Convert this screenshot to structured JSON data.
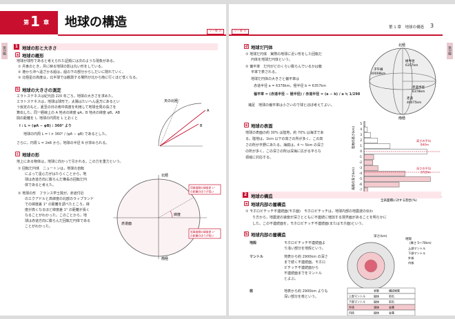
{
  "left": {
    "chapter_label": "第",
    "chapter_num": "1",
    "chapter_kanji": "章",
    "title": "地球の構造",
    "ref_tag": "リー参 Ⓐ",
    "side_tab": "第1編",
    "sec1": {
      "num": "1",
      "title": "地球の形と大きさ"
    },
    "a": {
      "mark": "a",
      "title": "地球の概形",
      "lines": [
        "地球が球形であると考えられた証拠には次のような現象がある。",
        "① 月食のとき，月に映る地球の影は丸い形をしている。",
        "② 港から沖へ遠ざかる船は，船の下の部分からしだいに隠れていく。",
        "③ 北極星の高度は，北半球では観測する場所が北から南に行くほど低くなる。"
      ]
    },
    "b": {
      "mark": "b",
      "title": "地球の大きさの測定",
      "lines": [
        "エラトステネスは紀元前 220 年ごろ，地球の大きさを求めた。",
        "エラトステネスは，地球は球形で，太陽はたいへん遠方にあるとい",
        "う仮定のもと，夏至の日の南中高度を利用して地球全周の長さを",
        "算出した。同一経線上の A 地点の緯度 φA，B 地点の緯度 φB，AB",
        "間の距離を l，地球の円周を L とおくと",
        "l : L = (φA − φB) : 360° より",
        "地球の円周 L = l × 360° / (φA − φB)  であるとした。",
        "さらに，円周 L = 2πR から，地球の半径 R が求められる。"
      ]
    },
    "b_fig": {
      "title": "天の北極",
      "label_a": "A",
      "label_b": "B"
    },
    "c": {
      "mark": "c",
      "title": "地球の形",
      "lines": [
        "地上にある物体は，地球に向かって引かれる。この力を重力という。",
        "① 回転だ円体　ニュートンは，地球の自転",
        "によって遠心力がはたらくことから，地",
        "球は赤道方向に膨らんだ横長の回転だ円",
        "体であると考えた。",
        "② 地球の形　フランス学士院が，赤道付近",
        "のエクアドルと高緯度の北欧のラップランド",
        "での緯度差 1° の距離を調べたところ，緯",
        "度が高くなるほど緯度差 1° の距離が長く",
        "なることがわかった。このことから，地",
        "球は赤道方向に膨らんだ回転だ円体である",
        "ことがわかった。"
      ]
    },
    "c_fig": {
      "north": "北極",
      "south": "南極",
      "equator": "赤道面",
      "lat": "緯度",
      "box1a": "同緯度間の緯度差 1°",
      "box1b": "の距離のほうが長い",
      "box2a": "低緯度間の緯度差 1°",
      "box2b": "の距離のほうが短い"
    }
  },
  "right": {
    "ref_tag": "リー参 Ⓐ",
    "header": "第 1 章　地球の構造",
    "page_num": "3",
    "side_tab": "第1編",
    "d": {
      "mark": "d",
      "title": "地球だ円体",
      "lines": [
        "① 地球だ円体　実際の地球に近い形をした回転だ",
        "円体を地球だ円体という。",
        "② 偏平率　だ円がどのくらい膨らんでいるかは偏",
        "平率で表される。",
        "地球だ円体の大きさと偏平率は",
        "赤道半径 a = 6378km，極半径 b = 6357km",
        "偏平率 = (赤道半径 − 極半径) / 赤道半径 = (a − b) / a ≒ 1/298",
        "補足　地球の偏平率は小さいので球とほぼ考えてよい。"
      ]
    },
    "d_fig": {
      "north": "北極",
      "south": "南極",
      "polar": "極半径",
      "polar_v": "6357km",
      "eq": "赤道半径",
      "eq_v": "6378km",
      "para": "子午線",
      "para_v": "40008km",
      "circ": "赤道",
      "circ_v": "40075km"
    },
    "e": {
      "mark": "e",
      "title": "地球の表面",
      "lines": [
        "地球の表面の約 30% は陸地，約 70% は海洋であ",
        "る。陸地は，1km 以下の高さの所が多く，この高",
        "さの所が平野にあたる。海底は，4 〜 5km の深さ",
        "の所が多く，この深さの所は深海に広がる平らな",
        "領域に対応する。"
      ]
    },
    "sec2": {
      "num": "2",
      "title": "地球の構造"
    },
    "a": {
      "mark": "a",
      "title": "地球内部の層構造",
      "lines": [
        "① モホロビチッチ不連続面(モホ面)　モホロビチッチは，地球内部の地震波の伝わ",
        "り方から，地震波の速度が深さとともに不連続に増加する境界面があることを明らかに",
        "した。この不連続面を，モホロビチッチ不連続面(またはモホ面)という。"
      ]
    },
    "b": {
      "mark": "b",
      "title": "地球内部の層構造",
      "rows": [
        {
          "term": "地殻",
          "lines": [
            "モホロビチッチ不連続面よ",
            "り浅い部分を地殻という。"
          ]
        },
        {
          "term": "マントル",
          "lines": [
            "地表から約 2900km の深さ",
            "まで続く不連続面。モホロ",
            "ビチッチ不連続面から",
            "不連続面までをマントル",
            "とよぶ。"
          ]
        },
        {
          "term": "核",
          "lines": [
            "地表から約 2900km よりも",
            "深い部分を核という。"
          ]
        }
      ]
    }
  },
  "hypsometry": {
    "ylabel_top": "陸地の高さ(km)",
    "ylabel_bottom": "海底の深さ(km)",
    "xlabel": "全表面積に対する割合(%)",
    "y_ticks": [
      "5",
      "4",
      "3",
      "2",
      "1",
      "0",
      "-1",
      "-2",
      "-3",
      "-4",
      "-5",
      "-6",
      "-7"
    ],
    "x_ticks": [
      "0",
      "5",
      "10",
      "15",
      "20",
      "25"
    ],
    "ann_land": "高さの平均",
    "ann_land_v": "840m",
    "ann_sea": "深さの平均",
    "ann_sea_v": "3729m"
  },
  "chart_data": {
    "type": "bar",
    "orientation": "horizontal",
    "categories": [
      "5",
      "4",
      "3",
      "2",
      "1",
      "0",
      "-1",
      "-2",
      "-3",
      "-4",
      "-5",
      "-6",
      "-7"
    ],
    "values": [
      0.4,
      1.1,
      2.2,
      4.5,
      8.6,
      20.8,
      3.2,
      2.9,
      4.6,
      13.5,
      21.9,
      11.6,
      1.2
    ],
    "xlabel": "全表面積に対する割合(%)",
    "xlim": [
      0,
      25
    ],
    "colors": {
      "land": "#ffffff",
      "sea": "#f3c9ce",
      "accent": "#c8102e"
    }
  },
  "structure_fig": {
    "depth": "深さ(km)",
    "crust": "地殻",
    "crust_v": "(厚さ 5〜70km)",
    "upper": "上部マントル",
    "lower": "下部マントル",
    "outer": "外核",
    "inner": "内核",
    "table_head": [
      "",
      "状態",
      "構成物質"
    ],
    "table_rows": [
      [
        "上部マントル",
        "固体",
        "岩石"
      ],
      [
        "下部マントル",
        "固体",
        "岩石"
      ],
      [
        "外核",
        "液体",
        "金属"
      ],
      [
        "内核",
        "固体",
        "金属"
      ]
    ]
  }
}
